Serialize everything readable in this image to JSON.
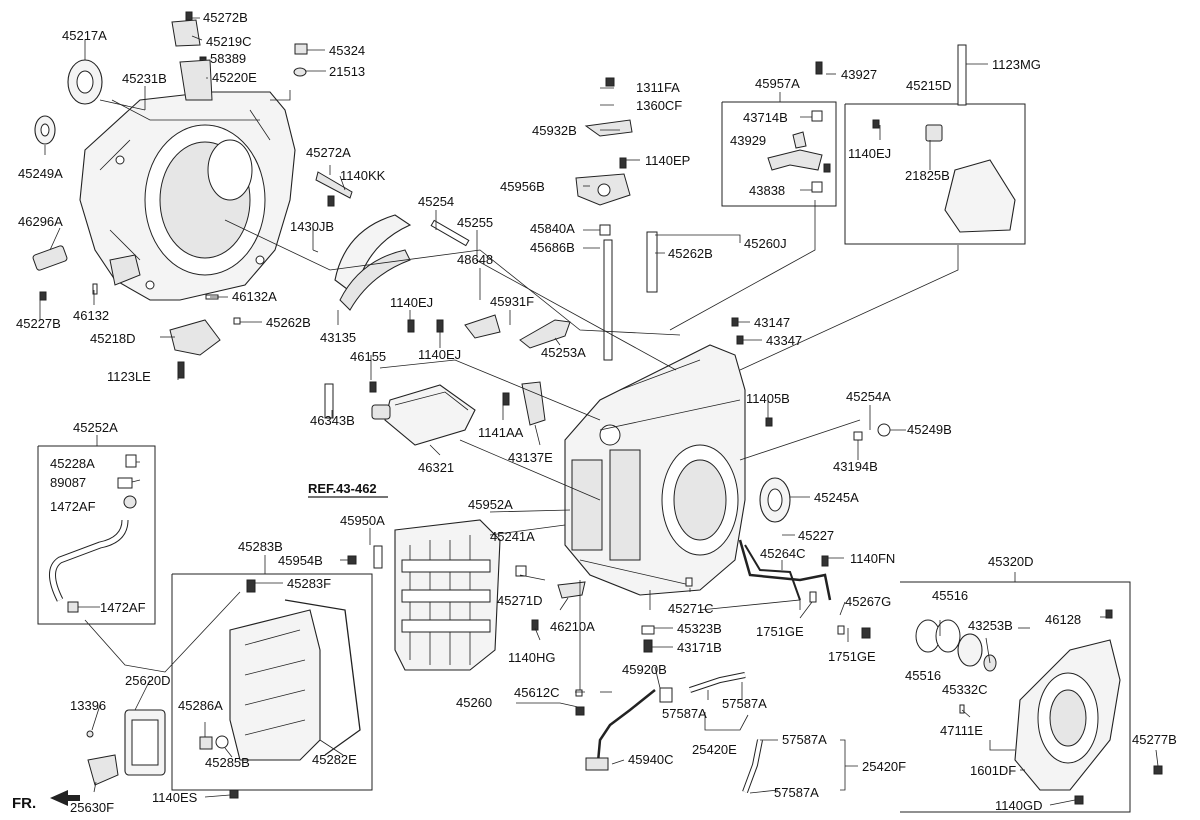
{
  "diagram": {
    "ref_label": "REF.43-462",
    "direction_label": "FR.",
    "labels": [
      "45217A",
      "45272B",
      "45219C",
      "58389",
      "45220E",
      "45324",
      "21513",
      "45231B",
      "45249A",
      "46296A",
      "46132",
      "45227B",
      "45218D",
      "1123LE",
      "46132A",
      "45262B",
      "45272A",
      "1140KK",
      "1430JB",
      "43135",
      "1140EJ",
      "1140EJ",
      "45254",
      "45255",
      "48648",
      "45931F",
      "45253A",
      "1311FA",
      "1360CF",
      "45932B",
      "1140EP",
      "45956B",
      "45840A",
      "45686B",
      "45262B",
      "45260J",
      "45957A",
      "43927",
      "43714B",
      "43929",
      "43838",
      "45215D",
      "1123MG",
      "1140EJ",
      "21825B",
      "43147",
      "43347",
      "11405B",
      "45254A",
      "45249B",
      "43194B",
      "46155",
      "46343B",
      "46321",
      "1141AA",
      "43137E",
      "45252A",
      "45228A",
      "89087",
      "1472AF",
      "1472AF",
      "45952A",
      "45241A",
      "45245A",
      "45227",
      "45950A",
      "45954B",
      "45264C",
      "1140FN",
      "45283B",
      "45283F",
      "45271D",
      "46210A",
      "45271C",
      "45323B",
      "43171B",
      "45267G",
      "1751GE",
      "1751GE",
      "1140HG",
      "45320D",
      "45516",
      "43253B",
      "46128",
      "45516",
      "45332C",
      "25620D",
      "13396",
      "45286A",
      "45285B",
      "45282E",
      "45920B",
      "45612C",
      "45260",
      "57587A",
      "57587A",
      "45940C",
      "25420E",
      "57587A",
      "25420F",
      "57587A",
      "47111E",
      "1601DF",
      "45277B",
      "1140ES",
      "25630F",
      "1140GD"
    ]
  }
}
